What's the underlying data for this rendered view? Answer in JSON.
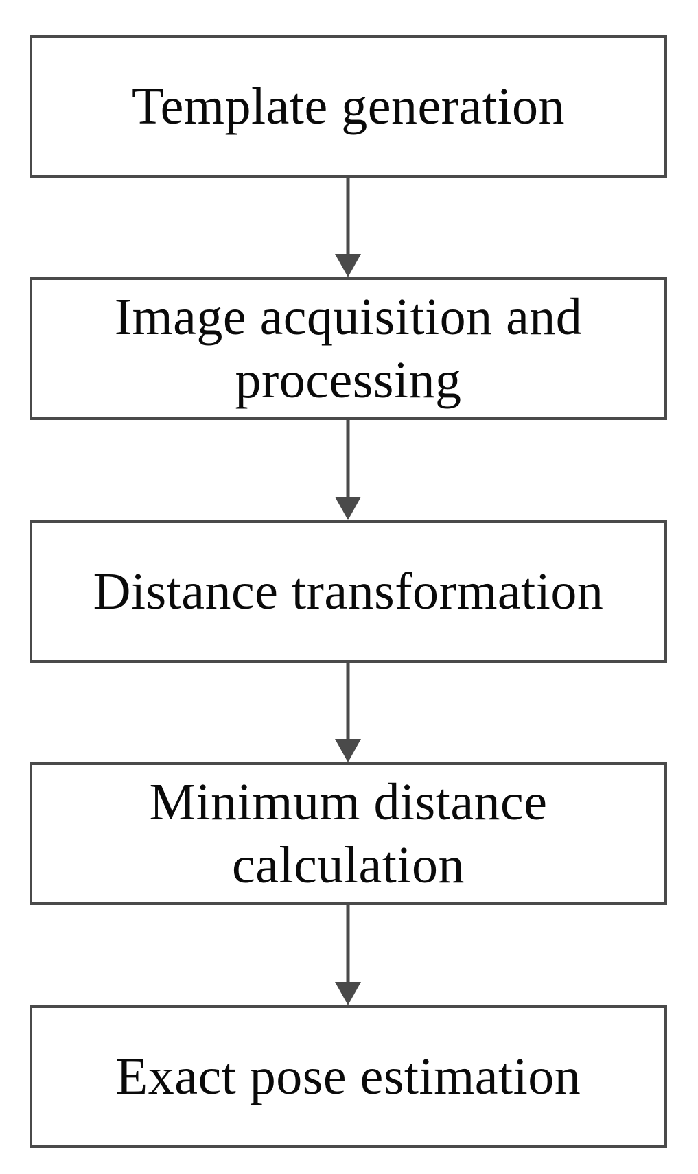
{
  "flowchart": {
    "steps": [
      {
        "label": "Template generation"
      },
      {
        "label": "Image acquisition and\nprocessing"
      },
      {
        "label": "Distance transformation"
      },
      {
        "label": "Minimum distance\ncalculation"
      },
      {
        "label": "Exact pose estimation"
      }
    ]
  },
  "colors": {
    "box_border": "#4a4a4a",
    "arrow": "#4a4a4a",
    "text": "#0a0a0a",
    "background": "#ffffff"
  }
}
